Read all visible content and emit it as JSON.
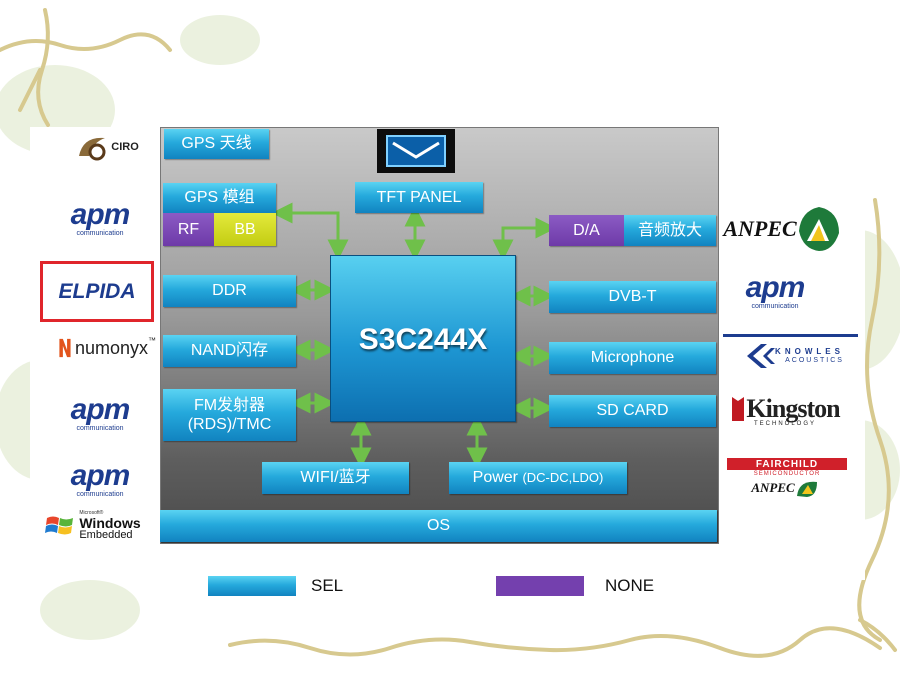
{
  "blocks": {
    "gps_antenna": "GPS 天线",
    "gps_module": "GPS 模组",
    "rf": "RF",
    "bb": "BB",
    "tft_panel": "TFT PANEL",
    "da": "D/A",
    "audio_amp": "音频放大",
    "ddr": "DDR",
    "cpu": "S3C244X",
    "dvbt": "DVB-T",
    "nand": "NAND闪存",
    "microphone": "Microphone",
    "fm_line1": "FM发射器",
    "fm_line2": "(RDS)/TMC",
    "sd_card": "SD CARD",
    "wifi": "WIFI/蓝牙",
    "power_main": "Power",
    "power_sub": "(DC-DC,LDO)",
    "os": "OS"
  },
  "legend": {
    "sel": "SEL",
    "none": "NONE"
  },
  "logos": {
    "ciro": "CIRO",
    "apm": "apm",
    "apm_sub": "communication",
    "elpida": "ELPIDA",
    "numonyx": "numonyx",
    "numonyx_tm": "™",
    "windows_ms": "Microsoft®",
    "windows_main": "Windows",
    "windows_sub": "Embedded",
    "anpec": "ANPEC",
    "knowles_1": "KNOWLES",
    "knowles_2": "ACOUSTICS",
    "kingston": "Kingston",
    "kingston_sub": "TECHNOLOGY",
    "fairchild": "FAIRCHILD",
    "fairchild_sub": "SEMICONDUCTOR",
    "anpec2": "ANPEC"
  },
  "colors": {
    "sel": "#1ea5da",
    "none": "#7440ae",
    "arrow": "#6fc04a",
    "vine": "#d7c98f"
  }
}
